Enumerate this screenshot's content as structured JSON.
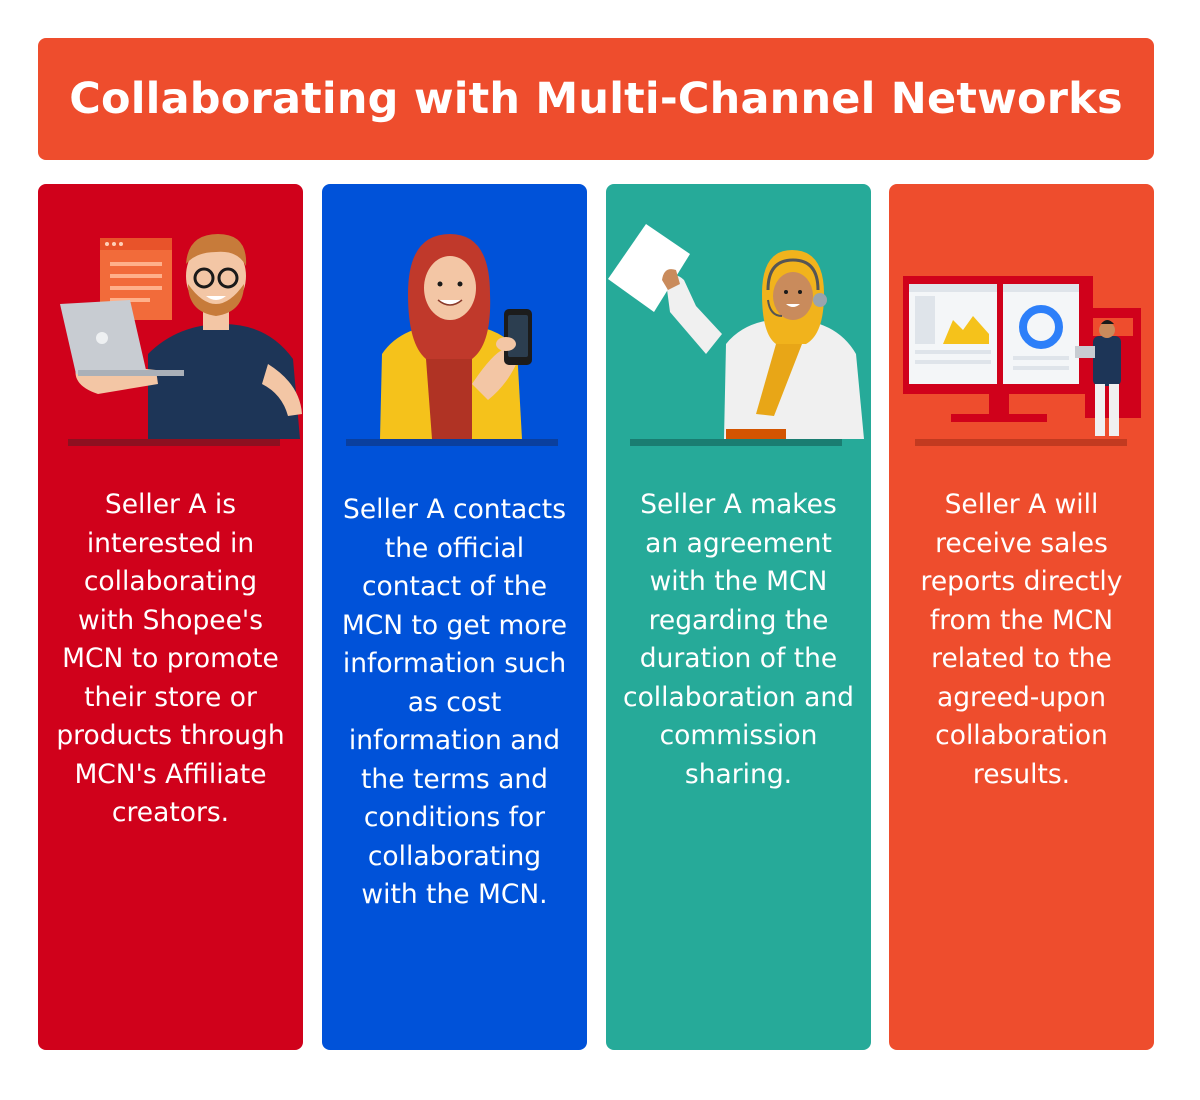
{
  "title": "Collaborating with Multi-Channel Networks",
  "colors": {
    "header": "#ee4d2d",
    "card1": "#d0011b",
    "card2": "#0052d9",
    "card3": "#26aa99",
    "card4": "#ee4d2d"
  },
  "cards": [
    {
      "text": "Seller A is interested in collaborating with Shopee's MCN to promote their store or products through MCN's Affiliate creators.",
      "illustration": "man-with-laptop"
    },
    {
      "text": "Seller A contacts the official contact of the MCN to get more information such as cost information and the terms and conditions for collaborating with the MCN.",
      "illustration": "woman-with-phone"
    },
    {
      "text": "Seller A makes an agreement with the MCN regarding the duration of the collaboration and commission sharing.",
      "illustration": "woman-with-headset-and-document"
    },
    {
      "text": "Seller A will receive sales reports directly from the MCN related to the agreed-upon collaboration results.",
      "illustration": "person-viewing-sales-dashboard"
    }
  ]
}
